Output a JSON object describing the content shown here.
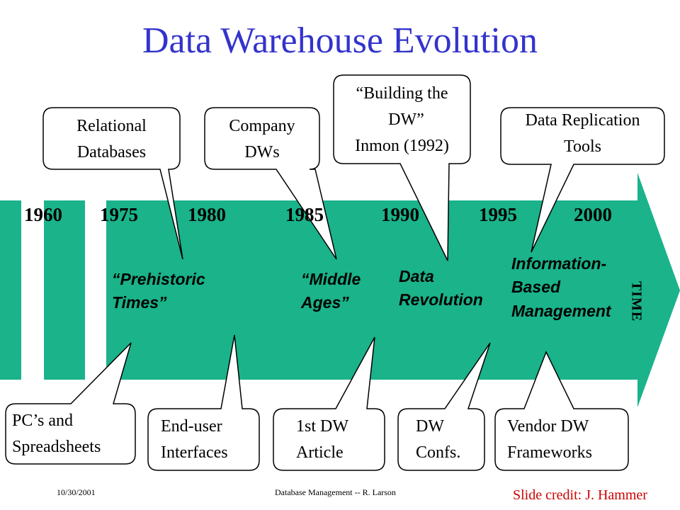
{
  "title": "Data Warehouse Evolution",
  "colors": {
    "title": "#3333cc",
    "timeline": "#1ab38a",
    "credit": "#cc0000"
  },
  "years": [
    "1960",
    "1975",
    "1980",
    "1985",
    "1990",
    "1995",
    "2000"
  ],
  "time_label": "TIME",
  "eras": [
    {
      "text": "“Prehistoric\nTimes”"
    },
    {
      "text": "“Middle\nAges”"
    },
    {
      "text": "Data\nRevolution"
    },
    {
      "text": "Information-\nBased\nManagement"
    }
  ],
  "top_callouts": [
    {
      "text": "Relational\nDatabases"
    },
    {
      "text": "Company\nDWs"
    },
    {
      "text": "“Building the\n  DW”\nInmon (1992)"
    },
    {
      "text": "Data Replication\nTools"
    }
  ],
  "bottom_callouts": [
    {
      "text": "PC’s and\nSpreadsheets"
    },
    {
      "text": "End-user\nInterfaces"
    },
    {
      "text": "1st DW\nArticle"
    },
    {
      "text": "DW\nConfs."
    },
    {
      "text": "Vendor DW\nFrameworks"
    }
  ],
  "footer": {
    "date": "10/30/2001",
    "course": "Database Management -- R. Larson",
    "credit": "Slide credit: J. Hammer"
  }
}
